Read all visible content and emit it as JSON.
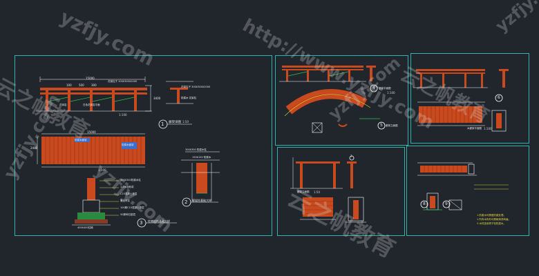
{
  "drawing": {
    "main_sheet": {
      "elevation_dims": {
        "total": "15000",
        "bay_a": "100",
        "bay_b": "500",
        "bay_c": "300"
      },
      "elevation_notes": {
        "top": "花架柱子 300X300X2000",
        "right_a": "花架柱子 300X300X2000",
        "right_b": "防腐木 花架柱",
        "bottom": "白色花岗岩平面",
        "left": "花岗岩",
        "dim_right": "3400"
      },
      "elevation_scale": "1:100",
      "callout_1": {
        "num": "1",
        "title": "廊架详图",
        "scale": "1:50"
      },
      "plan_dims": {
        "total": "15000",
        "side": "2400"
      },
      "plan_notes": {
        "left": "防腐木廊架",
        "right": "防腐木廊架"
      },
      "plan_scale": "1:100",
      "callout_2": {
        "num": "2",
        "title": "廊架柱基础大样"
      },
      "callout_2_notes": {
        "top": "300X300 防腐木柱",
        "mid": "150X150 防腐木"
      },
      "callout_3": {
        "num": "3",
        "title": "柱墩结构基础大样"
      },
      "section_notes": [
        "300X300防腐木柱",
        "1:2水泥砂浆",
        "C15混凝土垫层",
        "素土夯实",
        "100厚C15混凝土垫层",
        "50厚碎石垫层"
      ],
      "section_bottom": "400X400柱墩"
    },
    "top_mid_sheet": {
      "callout": {
        "num": "4"
      },
      "callout_b": {
        "num": "5"
      },
      "notes": [
        "廊架平面图",
        "1:100",
        "廊架立面图"
      ]
    },
    "top_right_sheet": {
      "callout": {
        "num": "6"
      },
      "notes": [
        "木廊架平面图",
        "1:100"
      ]
    },
    "bottom_mid_sheet": {
      "callout": {
        "num": "7"
      },
      "notes": [
        "廊架立面图",
        "1:50"
      ]
    },
    "bottom_right_sheet": {
      "callouts": [
        "8",
        "9"
      ],
      "notes": [
        "1.防腐木均需做防腐处理。",
        "2.所有木构件均需刷清漆两遍。",
        "3.木材选用樟子松防腐木。"
      ]
    }
  },
  "watermark": {
    "domain": "http://www.yzfjy.com",
    "brand": "云之帆教育",
    "short": "yzfjy.com"
  },
  "colors": {
    "background": "#21262d",
    "frame": "#2fb5b0",
    "wood": "#c84a1e",
    "green": "#2ec24a",
    "yellow": "#e0d23a",
    "white": "#ffffff"
  }
}
